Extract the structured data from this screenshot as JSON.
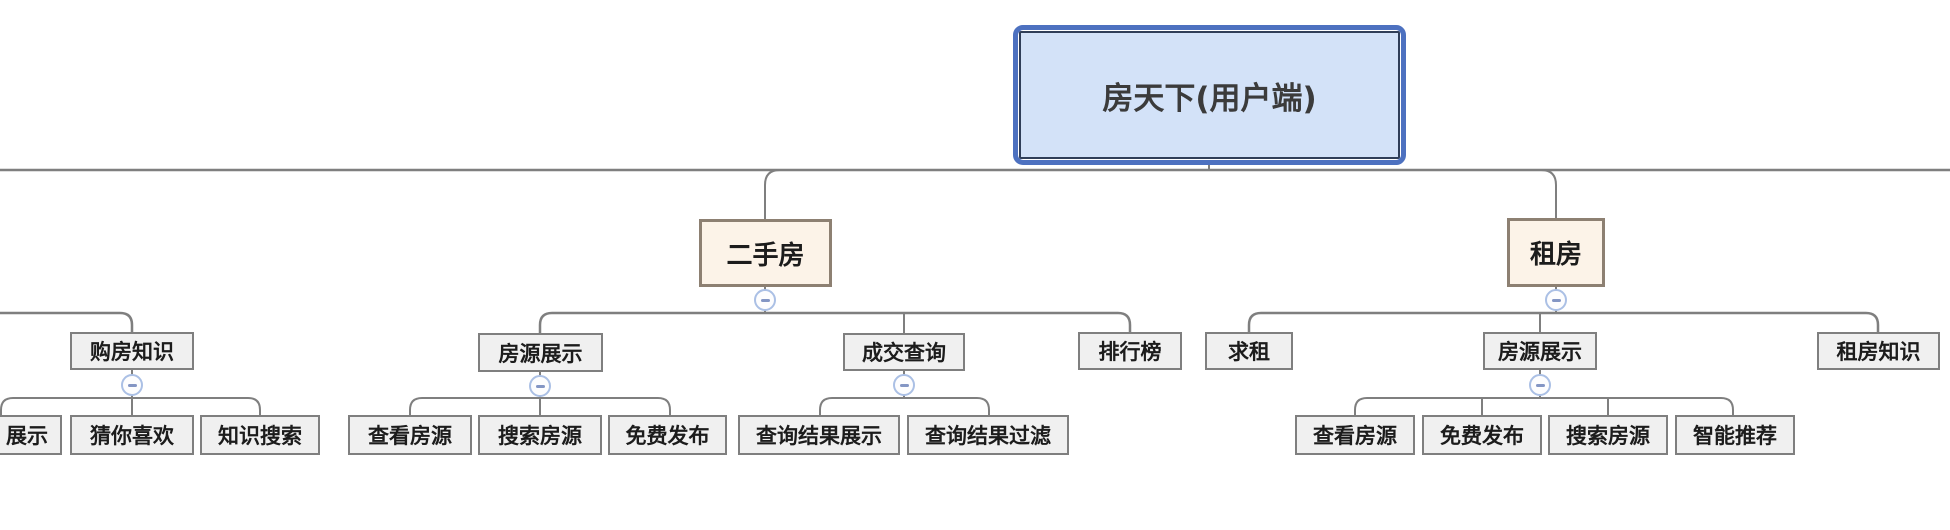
{
  "title": "房天下(用户端)",
  "nodes": {
    "root": "房天下(用户端)",
    "ershoufang": "二手房",
    "zufang": "租房",
    "goufang_zhishi": "购房知识",
    "fangyuan_zhanshi_1": "房源展示",
    "chengjiao_chaxun": "成交查询",
    "paihangbang": "排行榜",
    "qiuzu": "求租",
    "fangyuan_zhanshi_2": "房源展示",
    "zufang_zhishi": "租房知识",
    "zhanshi_partial": "展示",
    "cai_ni_xihuan": "猜你喜欢",
    "zhishi_sousuo": "知识搜索",
    "chakan_fangyuan_1": "查看房源",
    "sousuo_fangyuan_1": "搜索房源",
    "mianfei_fabu_1": "免费发布",
    "chaxun_jieguo_zhanshi": "查询结果展示",
    "chaxun_jieguo_guolv": "查询结果过滤",
    "chakan_fangyuan_2": "查看房源",
    "mianfei_fabu_2": "免费发布",
    "sousuo_fangyuan_2": "搜索房源",
    "zhineng_tuijian": "智能推荐"
  },
  "tree": {
    "root": "房天下(用户端)",
    "branches": [
      {
        "label": "二手房",
        "collapsed": false,
        "children": [
          {
            "label": "房源展示",
            "collapsed": false,
            "children": [
              {
                "label": "查看房源"
              },
              {
                "label": "搜索房源"
              },
              {
                "label": "免费发布"
              }
            ]
          },
          {
            "label": "成交查询",
            "collapsed": false,
            "children": [
              {
                "label": "查询结果展示"
              },
              {
                "label": "查询结果过滤"
              }
            ]
          },
          {
            "label": "排行榜"
          }
        ]
      },
      {
        "label": "租房",
        "collapsed": false,
        "children": [
          {
            "label": "求租"
          },
          {
            "label": "房源展示",
            "collapsed": false,
            "children": [
              {
                "label": "查看房源"
              },
              {
                "label": "免费发布"
              },
              {
                "label": "搜索房源"
              },
              {
                "label": "智能推荐"
              }
            ]
          },
          {
            "label": "租房知识"
          }
        ]
      }
    ],
    "partial_branch_offscreen_left": {
      "children": [
        {
          "label": "购房知识",
          "collapsed": false,
          "children": [
            {
              "label": "展示",
              "truncated_left": true
            },
            {
              "label": "猜你喜欢"
            },
            {
              "label": "知识搜索"
            }
          ]
        }
      ]
    }
  },
  "icons": {
    "collapse_glyph": "−"
  },
  "colors": {
    "root_fill": "#d3e2f8",
    "root_outer_border": "#4d71c0",
    "root_inner_border": "#2f3e58",
    "branch_fill": "#fcf3e8",
    "branch_border": "#8d8072",
    "node_fill": "#f0f0f0",
    "node_border": "#7f7f7f",
    "connector": "#7f7f7f",
    "collapse_border": "#abc0e5",
    "collapse_glyph_color": "#8496c4"
  }
}
